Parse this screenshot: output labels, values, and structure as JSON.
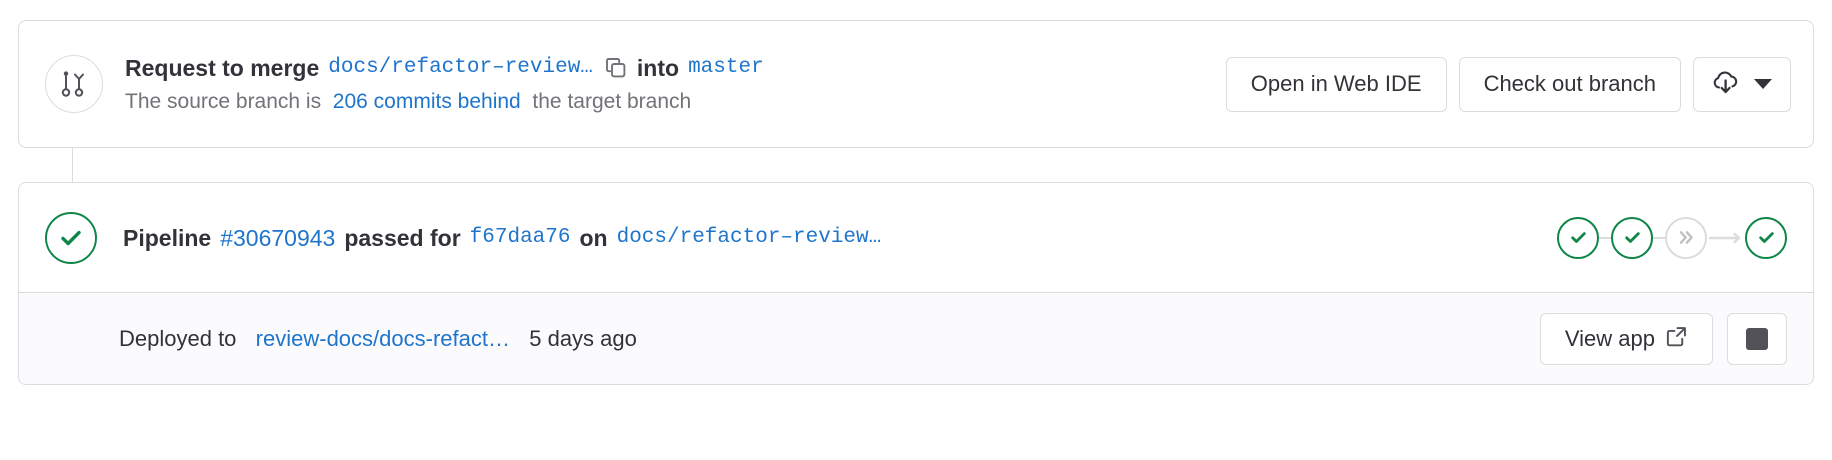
{
  "merge_request": {
    "icon": "merge-request-icon",
    "title_prefix": "Request to merge",
    "source_branch": "docs/refactor–review…",
    "copy_icon": "copy-icon",
    "title_middle": "into",
    "target_branch": "master",
    "subtitle_prefix": "The source branch is",
    "subtitle_link": "206 commits behind",
    "subtitle_suffix": "the target branch",
    "actions": {
      "web_ide_label": "Open in Web IDE",
      "checkout_label": "Check out branch",
      "download_icon": "cloud-download-icon",
      "dropdown_icon": "chevron-down-icon"
    }
  },
  "pipeline": {
    "status_icon": "status-success-icon",
    "label": "Pipeline",
    "id": "#30670943",
    "state": "passed for",
    "commit_sha": "f67daa76",
    "on_word": "on",
    "branch": "docs/refactor–review…",
    "stages": [
      {
        "name": "stage-1",
        "status": "success",
        "icon": "check-icon"
      },
      {
        "name": "stage-2",
        "status": "success",
        "icon": "check-icon"
      },
      {
        "name": "stage-3",
        "status": "skipped",
        "icon": "double-chevron-right-icon"
      },
      {
        "name": "stage-4",
        "status": "success",
        "icon": "check-icon"
      }
    ]
  },
  "deployment": {
    "prefix": "Deployed to",
    "environment": "review-docs/docs-refact…",
    "timestamp": "5 days ago",
    "view_app_label": "View app",
    "external_link_icon": "external-link-icon",
    "stop_icon": "stop-square-icon"
  },
  "colors": {
    "link": "#1f75cb",
    "success": "#108548",
    "border": "#dcdcde",
    "text": "#333238",
    "muted": "#737278",
    "footer_bg": "#fbfafd"
  }
}
